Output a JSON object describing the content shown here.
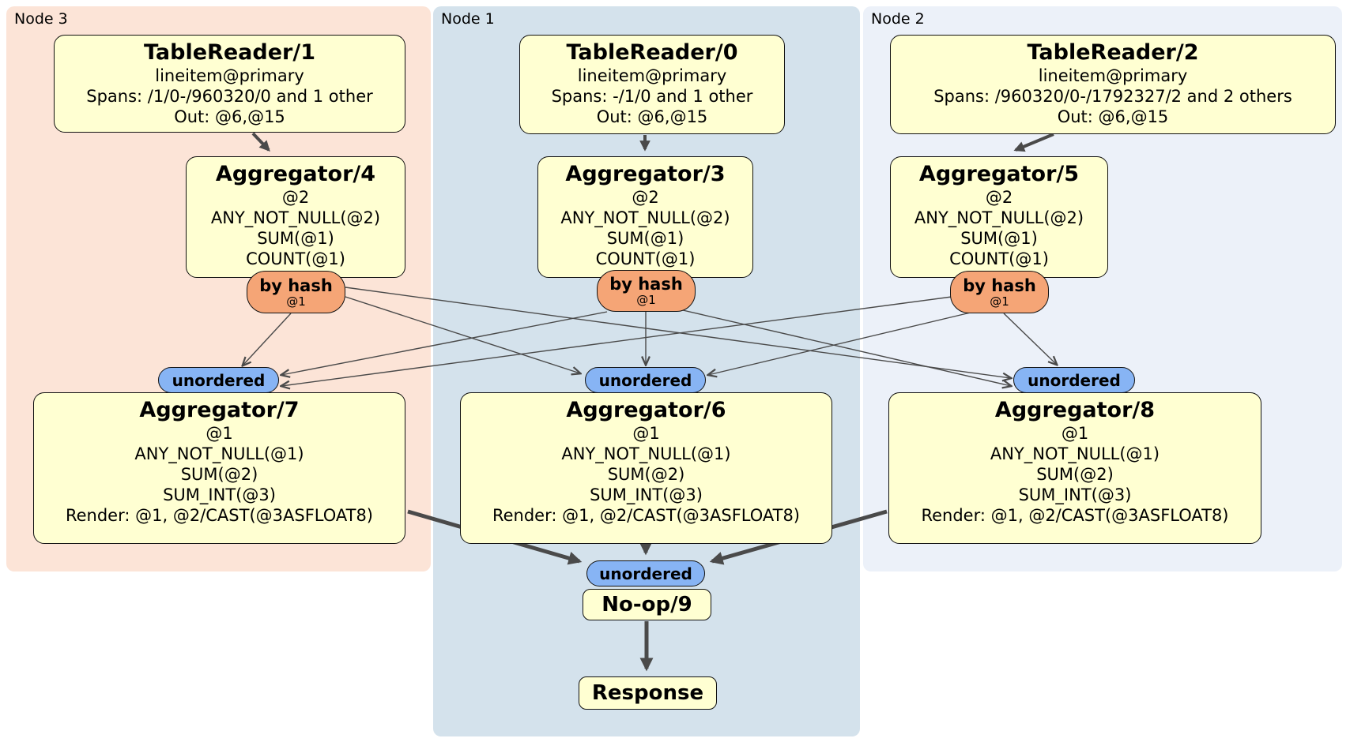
{
  "nodes": [
    {
      "label": "Node 3"
    },
    {
      "label": "Node 1"
    },
    {
      "label": "Node 2"
    }
  ],
  "processors": {
    "tr1": {
      "title": "TableReader/1",
      "lines": [
        "lineitem@primary",
        "Spans: /1/0-/960320/0 and 1 other",
        "Out: @6,@15"
      ]
    },
    "tr0": {
      "title": "TableReader/0",
      "lines": [
        "lineitem@primary",
        "Spans: -/1/0 and 1 other",
        "Out: @6,@15"
      ]
    },
    "tr2": {
      "title": "TableReader/2",
      "lines": [
        "lineitem@primary",
        "Spans: /960320/0-/1792327/2 and 2 others",
        "Out: @6,@15"
      ]
    },
    "agg4": {
      "title": "Aggregator/4",
      "lines": [
        "@2",
        "ANY_NOT_NULL(@2)",
        "SUM(@1)",
        "COUNT(@1)"
      ]
    },
    "agg3": {
      "title": "Aggregator/3",
      "lines": [
        "@2",
        "ANY_NOT_NULL(@2)",
        "SUM(@1)",
        "COUNT(@1)"
      ]
    },
    "agg5": {
      "title": "Aggregator/5",
      "lines": [
        "@2",
        "ANY_NOT_NULL(@2)",
        "SUM(@1)",
        "COUNT(@1)"
      ]
    },
    "agg7": {
      "title": "Aggregator/7",
      "lines": [
        "@1",
        "ANY_NOT_NULL(@1)",
        "SUM(@2)",
        "SUM_INT(@3)",
        "Render: @1, @2/CAST(@3ASFLOAT8)"
      ]
    },
    "agg6": {
      "title": "Aggregator/6",
      "lines": [
        "@1",
        "ANY_NOT_NULL(@1)",
        "SUM(@2)",
        "SUM_INT(@3)",
        "Render: @1, @2/CAST(@3ASFLOAT8)"
      ]
    },
    "agg8": {
      "title": "Aggregator/8",
      "lines": [
        "@1",
        "ANY_NOT_NULL(@1)",
        "SUM(@2)",
        "SUM_INT(@3)",
        "Render: @1, @2/CAST(@3ASFLOAT8)"
      ]
    },
    "noop": {
      "title": "No-op/9"
    },
    "response": {
      "title": "Response"
    }
  },
  "routers": [
    {
      "label": "by hash",
      "detail": "@1"
    },
    {
      "label": "by hash",
      "detail": "@1"
    },
    {
      "label": "by hash",
      "detail": "@1"
    }
  ],
  "syncs": [
    {
      "label": "unordered"
    },
    {
      "label": "unordered"
    },
    {
      "label": "unordered"
    },
    {
      "label": "unordered"
    }
  ],
  "colors": {
    "node3_bg": "#fce4d7",
    "node1_bg": "#d4e2ec",
    "node2_bg": "#ecf1f9",
    "box_bg": "#ffffd2",
    "router_bg": "#f5a576",
    "sync_bg": "#87b4f4",
    "edge_color": "#4a4a4a"
  }
}
